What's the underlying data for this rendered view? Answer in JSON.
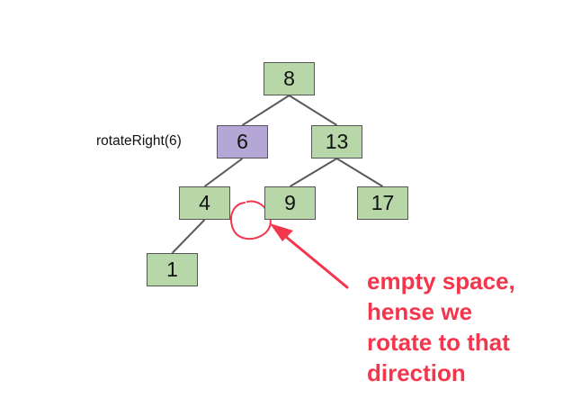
{
  "diagram": {
    "nodes": [
      {
        "id": "n8",
        "label": "8",
        "highlighted": false
      },
      {
        "id": "n6",
        "label": "6",
        "highlighted": true
      },
      {
        "id": "n13",
        "label": "13",
        "highlighted": false
      },
      {
        "id": "n4",
        "label": "4",
        "highlighted": false
      },
      {
        "id": "n9",
        "label": "9",
        "highlighted": false
      },
      {
        "id": "n17",
        "label": "17",
        "highlighted": false
      },
      {
        "id": "n1",
        "label": "1",
        "highlighted": false
      }
    ],
    "edges": [
      {
        "from": "8",
        "to": "6"
      },
      {
        "from": "8",
        "to": "13"
      },
      {
        "from": "6",
        "to": "4"
      },
      {
        "from": "13",
        "to": "9"
      },
      {
        "from": "13",
        "to": "17"
      },
      {
        "from": "4",
        "to": "1"
      }
    ],
    "call_label": "rotateRight(6)",
    "annotation_lines": [
      "empty space,",
      "hense we",
      "rotate to that",
      "direction"
    ]
  },
  "colors": {
    "node_fill": "#b7d7a8",
    "highlight_fill": "#b4a7d6",
    "edge": "#595959",
    "annotation": "#f4364c"
  }
}
